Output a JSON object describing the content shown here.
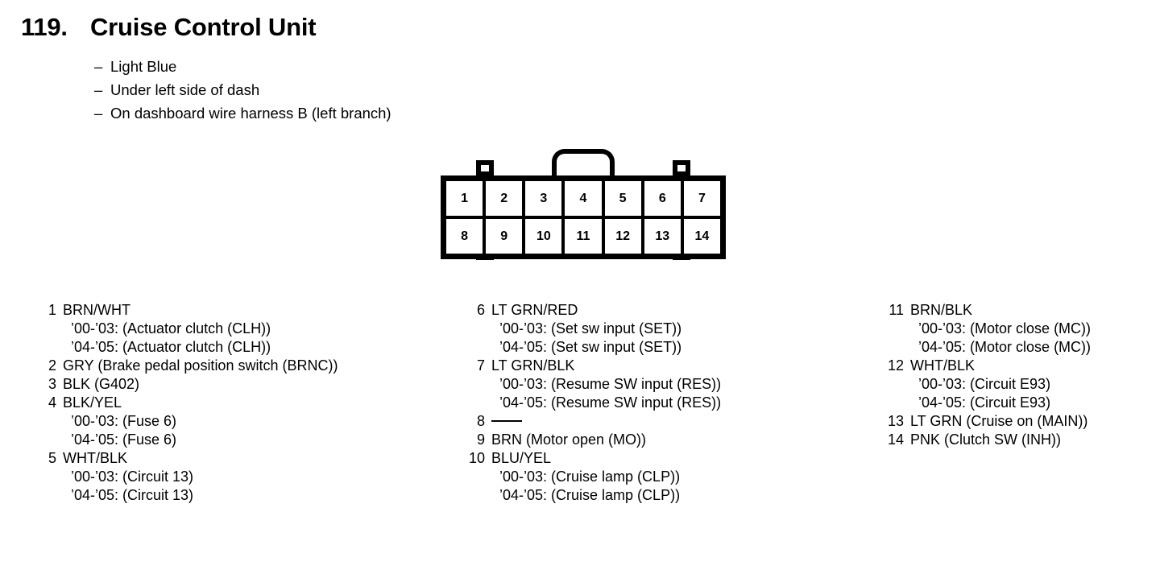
{
  "header": {
    "number": "119.",
    "title": "Cruise Control Unit",
    "notes": [
      "Light Blue",
      "Under left side of dash",
      "On dashboard wire harness B (left branch)"
    ],
    "dash": "–"
  },
  "connector": {
    "name": "14-pin connector",
    "top_row": [
      "1",
      "2",
      "3",
      "4",
      "5",
      "6",
      "7"
    ],
    "bottom_row": [
      "8",
      "9",
      "10",
      "11",
      "12",
      "13",
      "14"
    ]
  },
  "columns": [
    {
      "pins": [
        {
          "num": "1",
          "label": "BRN/WHT",
          "sublines": [
            "’00-’03: (Actuator clutch (CLH))",
            "’04-’05: (Actuator clutch (CLH))"
          ]
        },
        {
          "num": "2",
          "label": "GRY (Brake pedal position switch (BRNC))",
          "sublines": []
        },
        {
          "num": "3",
          "label": "BLK (G402)",
          "sublines": []
        },
        {
          "num": "4",
          "label": "BLK/YEL",
          "sublines": [
            "’00-’03: (Fuse 6)",
            "’04-’05: (Fuse 6)"
          ]
        },
        {
          "num": "5",
          "label": "WHT/BLK",
          "sublines": [
            "’00-’03: (Circuit 13)",
            "’04-’05: (Circuit 13)"
          ]
        }
      ]
    },
    {
      "pins": [
        {
          "num": "6",
          "label": "LT GRN/RED",
          "sublines": [
            "’00-’03: (Set sw input (SET))",
            "’04-’05: (Set sw input (SET))"
          ]
        },
        {
          "num": "7",
          "label": "LT GRN/BLK",
          "sublines": [
            "’00-’03: (Resume SW input (RES))",
            "’04-’05: (Resume SW input (RES))"
          ]
        },
        {
          "num": "8",
          "label": "",
          "is_empty": true,
          "sublines": []
        },
        {
          "num": "9",
          "label": "BRN (Motor open (MO))",
          "sublines": []
        },
        {
          "num": "10",
          "label": "BLU/YEL",
          "sublines": [
            "’00-’03: (Cruise lamp (CLP))",
            "’04-’05: (Cruise lamp (CLP))"
          ]
        }
      ]
    },
    {
      "pins": [
        {
          "num": "11",
          "label": "BRN/BLK",
          "sublines": [
            "’00-’03: (Motor close (MC))",
            "’04-’05: (Motor close (MC))"
          ]
        },
        {
          "num": "12",
          "label": "WHT/BLK",
          "sublines": [
            "’00-’03: (Circuit E93)",
            "’04-’05: (Circuit E93)"
          ]
        },
        {
          "num": "13",
          "label": "LT GRN (Cruise on (MAIN))",
          "sublines": []
        },
        {
          "num": "14",
          "label": "PNK (Clutch SW (INH))",
          "sublines": []
        }
      ]
    }
  ]
}
